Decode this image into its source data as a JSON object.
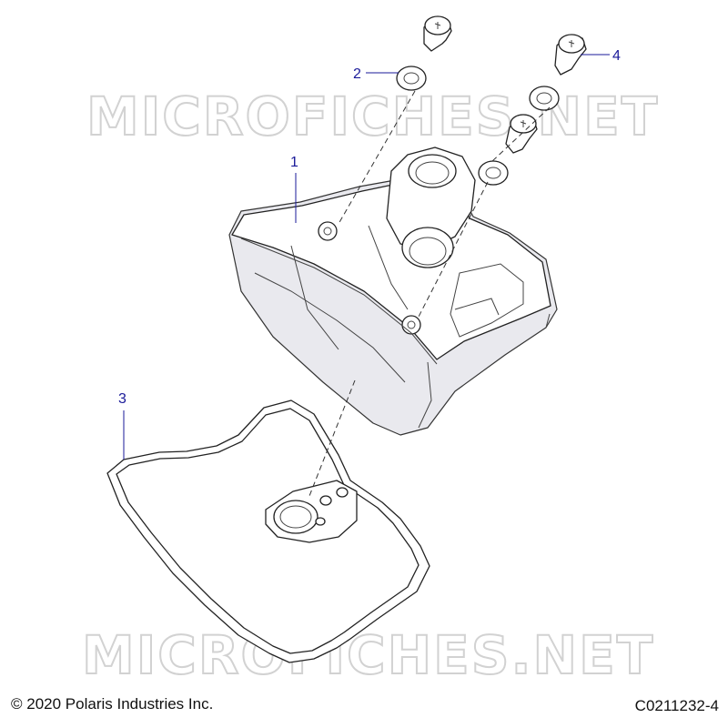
{
  "watermark": {
    "text": "MICROFICHES.NET"
  },
  "callouts": [
    {
      "id": "1",
      "label": "1"
    },
    {
      "id": "2",
      "label": "2"
    },
    {
      "id": "3",
      "label": "3"
    },
    {
      "id": "4",
      "label": "4"
    }
  ],
  "footer": {
    "copyright": "© 2020 Polaris Industries Inc.",
    "figure_code": "C0211232-4"
  },
  "colors": {
    "callout": "#1a1a99",
    "line": "#222222",
    "watermark": "#d2d2d2"
  }
}
